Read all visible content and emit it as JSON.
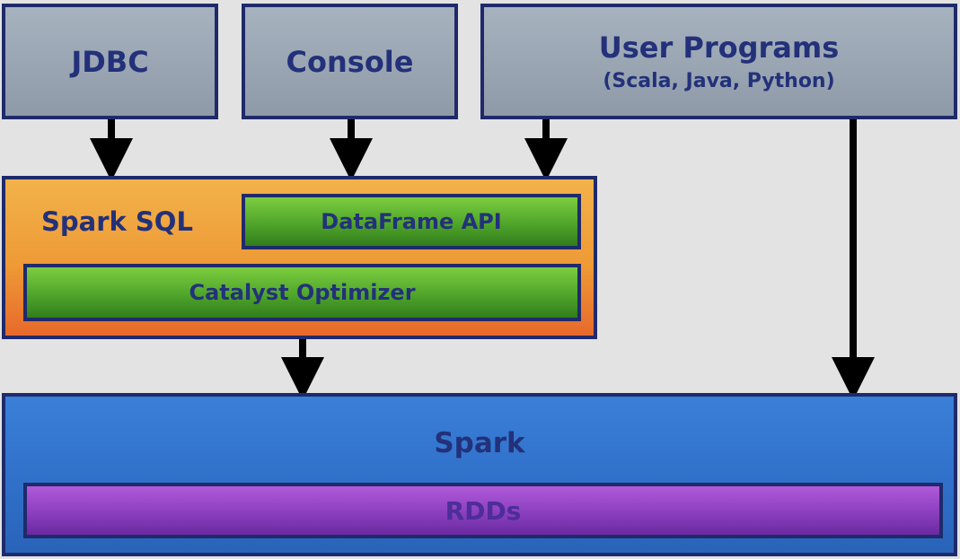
{
  "top": {
    "jdbc": "JDBC",
    "console": "Console",
    "user_programs": {
      "title": "User Programs",
      "subtitle": "(Scala, Java, Python)"
    }
  },
  "spark_sql": {
    "label": "Spark SQL",
    "dataframe_api": "DataFrame API",
    "catalyst_optimizer": "Catalyst Optimizer"
  },
  "spark": {
    "label": "Spark",
    "rdds": "RDDs"
  }
}
